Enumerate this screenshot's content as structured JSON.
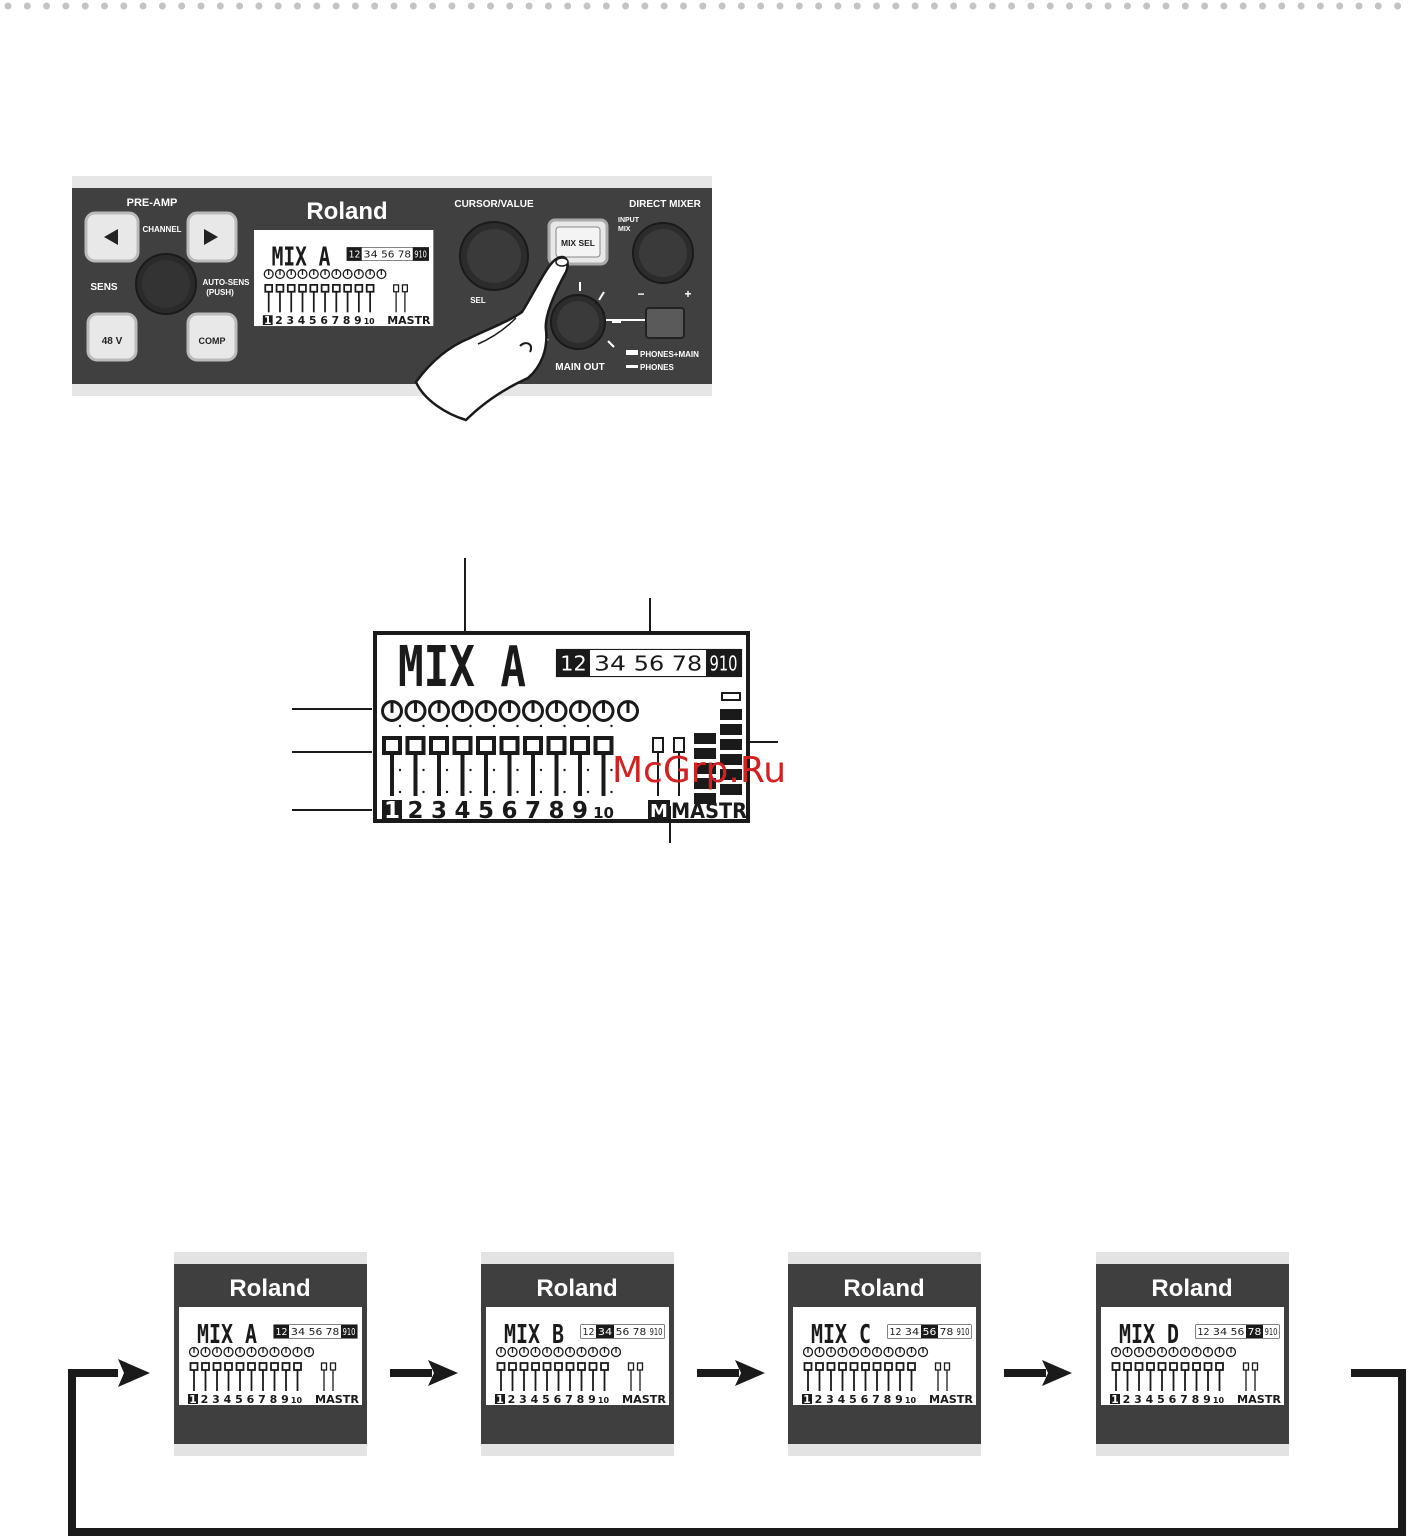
{
  "panel": {
    "preamp_label": "PRE-AMP",
    "channel_label": "CHANNEL",
    "sens_label": "SENS",
    "autosens_label_1": "AUTO-SENS",
    "autosens_label_2": "(PUSH)",
    "btn_48v": "48 V",
    "btn_comp": "COMP",
    "brand": "Roland",
    "cursor_value_label": "CURSOR/VALUE",
    "direct_mixer_label": "DIRECT MIXER",
    "mix_sel_label": "MIX SEL",
    "input_mix_label_1": "INPUT",
    "input_mix_label_2": "MIX",
    "minus_label": "−",
    "plus_label": "+",
    "main_out_label": "MAIN OUT",
    "phones_main_label": "PHONES+MAIN",
    "phones_label": "PHONES",
    "sel_label": "SEL"
  },
  "lcd": {
    "mix_title": "MIX A",
    "pairs": [
      "12",
      "34",
      "56",
      "78",
      "910"
    ],
    "channel_numbers": [
      "1",
      "2",
      "3",
      "4",
      "5",
      "6",
      "7",
      "8",
      "9",
      "10"
    ],
    "master_label": "MASTR",
    "big_master_label": "MASTR",
    "big_master_prefix": "M"
  },
  "cycle": {
    "screens": [
      {
        "brand": "Roland",
        "mix_title": "MIX A",
        "active_pair": 0
      },
      {
        "brand": "Roland",
        "mix_title": "MIX B",
        "active_pair": 1
      },
      {
        "brand": "Roland",
        "mix_title": "MIX C",
        "active_pair": 2
      },
      {
        "brand": "Roland",
        "mix_title": "MIX D",
        "active_pair": 3
      }
    ]
  },
  "watermark": "McGrp.Ru",
  "colors": {
    "panel_dark": "#3f3f3f",
    "panel_light": "#e3e3e3",
    "lcd_bg": "#ffffff",
    "ink": "#1a1a1a",
    "watermark": "#d32020",
    "dot": "#c4c4c4"
  }
}
